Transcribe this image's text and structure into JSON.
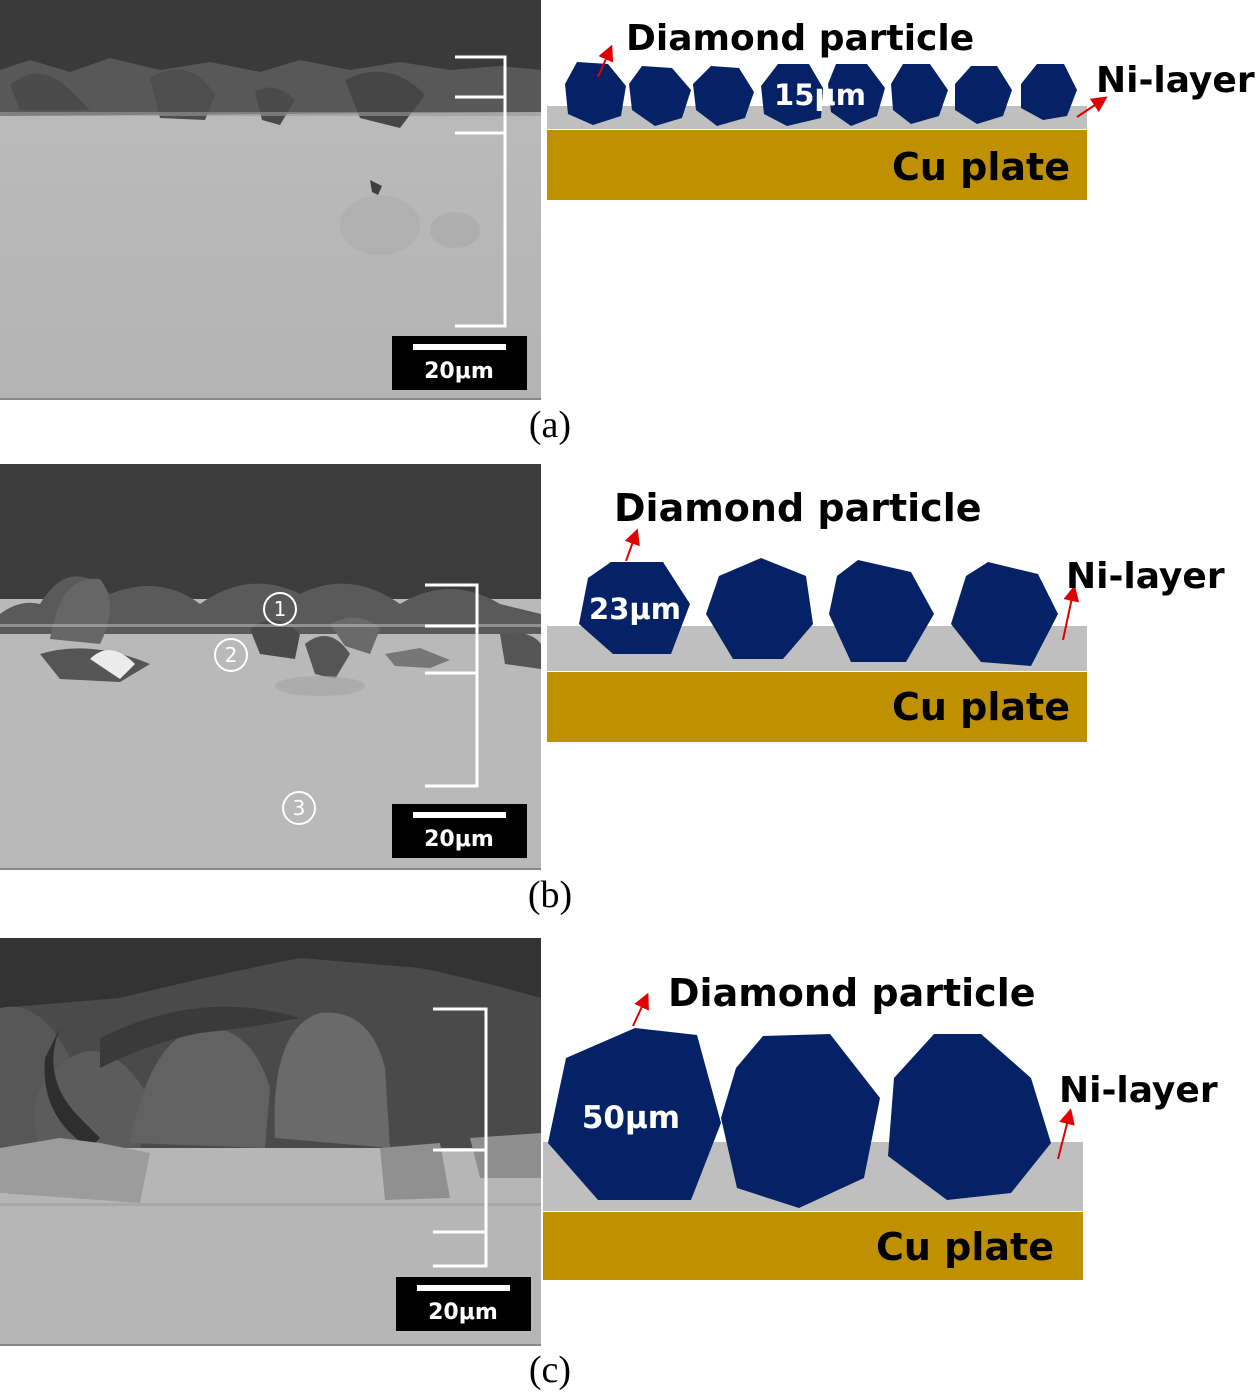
{
  "panels": [
    {
      "caption": "(a)",
      "scale_bar": "20μm",
      "diamond_label": "Diamond particle",
      "ni_label": "Ni-layer",
      "cu_label": "Cu plate",
      "size_label": "15μm"
    },
    {
      "caption": "(b)",
      "scale_bar": "20μm",
      "diamond_label": "Diamond particle",
      "ni_label": "Ni-layer",
      "cu_label": "Cu plate",
      "size_label": "23μm",
      "markers": [
        "①",
        "②",
        "③"
      ]
    },
    {
      "caption": "(c)",
      "scale_bar": "20μm",
      "diamond_label": "Diamond particle",
      "ni_label": "Ni-layer",
      "cu_label": "Cu plate",
      "size_label": "50μm"
    }
  ],
  "colors": {
    "diamond": "#052266",
    "ni_layer": "#bfbfbf",
    "cu_plate": "#bf9000",
    "arrow": "#e00000"
  }
}
